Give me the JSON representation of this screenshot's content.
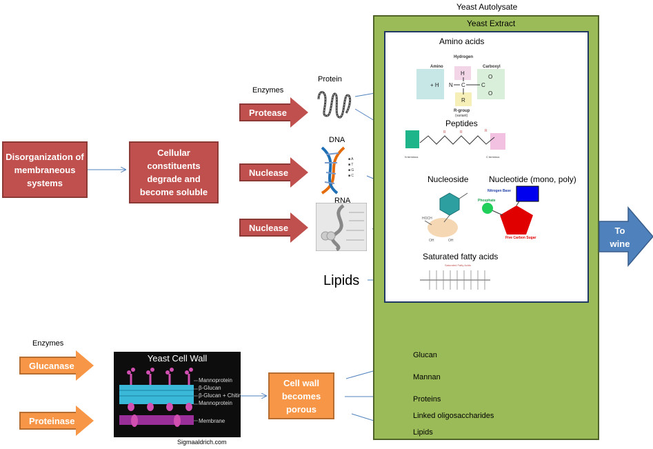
{
  "left": {
    "box1": "Disorganization of membraneous systems",
    "box2": "Cellular constituents degrade and become soluble"
  },
  "enzymes_top": {
    "label": "Enzymes",
    "protease": "Protease",
    "nuclease1": "Nuclease",
    "nuclease2": "Nuclease",
    "protein": "Protein",
    "dna": "DNA",
    "rna": "RNA",
    "lipids": "Lipids"
  },
  "autolysate": {
    "title": "Yeast Autolysate",
    "extract_title": "Yeast Extract",
    "amino_acids": "Amino acids",
    "amino_labels": {
      "hydrogen": "Hydrogen",
      "amino": "Amino",
      "carboxyl": "Carboxyl",
      "rgroup": "R-group",
      "variant": "(variant)"
    },
    "peptides": "Peptides",
    "peptide_labels": {
      "n": "N terminus",
      "c": "C terminus"
    },
    "nucleoside": "Nucleoside",
    "nucleotide": "Nucleotide (mono, poly)",
    "nucleotide_labels": {
      "base": "Nitrogen Base",
      "phosphate": "Phosphate",
      "sugar": "Five Carbon Sugar"
    },
    "saturated": "Saturated fatty acids",
    "saturated_img": "Saturated Fatty Acids",
    "wall_items": [
      "Glucan",
      "Mannan",
      "Proteins",
      "Linked oligosaccharides",
      "Lipids"
    ]
  },
  "to_wine": "To wine",
  "bottom": {
    "enzymes": "Enzymes",
    "glucanase": "Glucanase",
    "proteinase": "Proteinase",
    "wall_title": "Yeast Cell Wall",
    "wall_layers": [
      "Mannoprotein",
      "β-Glucan",
      "β-Glucan + Chitin",
      "Mannoprotein",
      "Membrane"
    ],
    "credit": "Sigmaaldrich.com",
    "porous": "Cell wall becomes porous"
  },
  "colors": {
    "red": "#c0504d",
    "orange": "#f79646",
    "green": "#9bbb59",
    "blue": "#4f81bd"
  }
}
